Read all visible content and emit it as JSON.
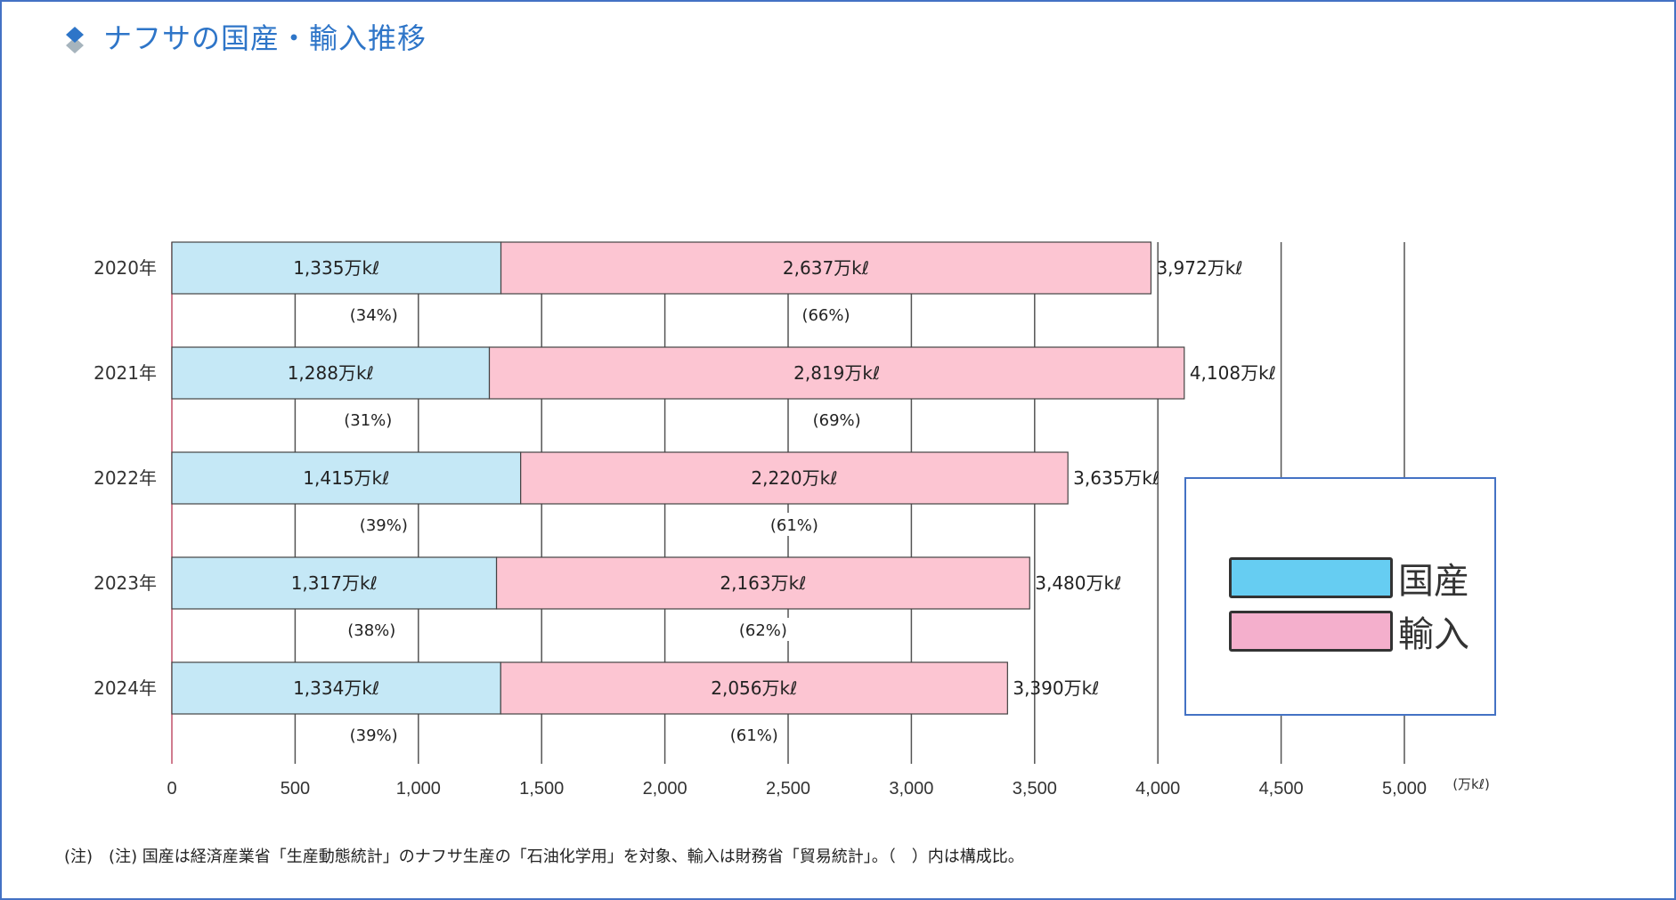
{
  "title": "ナフサの国産・輸入推移",
  "note": "(注)　(注) 国産は経済産業省「生産動態統計」のナフサ生産の「石油化学用」を対象、輸入は財務省「貿易統計」。（　）内は構成比。",
  "colors": {
    "domestic": "#c5e8f6",
    "import": "#fcc5d2",
    "legend_domestic": "#66cdf2",
    "legend_import": "#f4afcc",
    "title": "#2e75c8",
    "frame": "#4472c4"
  },
  "chart_data": {
    "type": "bar",
    "orientation": "horizontal",
    "stacked": true,
    "title": "ナフサの国産・輸入推移",
    "unit_label": "(万kℓ)",
    "categories": [
      "2020年",
      "2021年",
      "2022年",
      "2023年",
      "2024年"
    ],
    "series": [
      {
        "name": "国産",
        "values": [
          1335,
          1288,
          1415,
          1317,
          1334
        ],
        "labels": [
          "1,335万kℓ",
          "1,288万kℓ",
          "1,415万kℓ",
          "1,317万kℓ",
          "1,334万kℓ"
        ],
        "shares": [
          "(34%)",
          "(31%)",
          "(39%)",
          "(38%)",
          "(39%)"
        ]
      },
      {
        "name": "輸入",
        "values": [
          2637,
          2819,
          2220,
          2163,
          2056
        ],
        "labels": [
          "2,637万kℓ",
          "2,819万kℓ",
          "2,220万kℓ",
          "2,163万kℓ",
          "2,056万kℓ"
        ],
        "shares": [
          "(66%)",
          "(69%)",
          "(61%)",
          "(62%)",
          "(61%)"
        ]
      }
    ],
    "totals": [
      "3,972万kℓ",
      "4,108万kℓ",
      "3,635万kℓ",
      "3,480万kℓ",
      "3,390万kℓ"
    ],
    "total_values": [
      3972,
      4108,
      3635,
      3480,
      3390
    ],
    "xlim": [
      0,
      5000
    ],
    "xticks": [
      0,
      500,
      1000,
      1500,
      2000,
      2500,
      3000,
      3500,
      4000,
      4500,
      5000
    ],
    "xtick_labels": [
      "0",
      "500",
      "1,000",
      "1,500",
      "2,000",
      "2,500",
      "3,000",
      "3,500",
      "4,000",
      "4,500",
      "5,000"
    ],
    "grid": true,
    "legend": {
      "placement": "right",
      "entries": [
        "国産",
        "輸入"
      ]
    }
  }
}
